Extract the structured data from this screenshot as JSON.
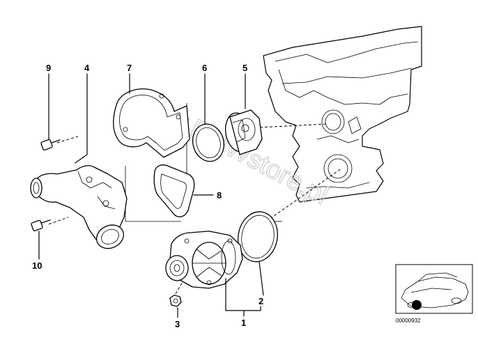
{
  "watermark": "www.BMWstore.pl",
  "reference_code": "00000932",
  "parts": [
    {
      "number": "1"
    },
    {
      "number": "2"
    },
    {
      "number": "3"
    },
    {
      "number": "4"
    },
    {
      "number": "5"
    },
    {
      "number": "6"
    },
    {
      "number": "7"
    },
    {
      "number": "8"
    },
    {
      "number": "9"
    },
    {
      "number": "10"
    }
  ]
}
